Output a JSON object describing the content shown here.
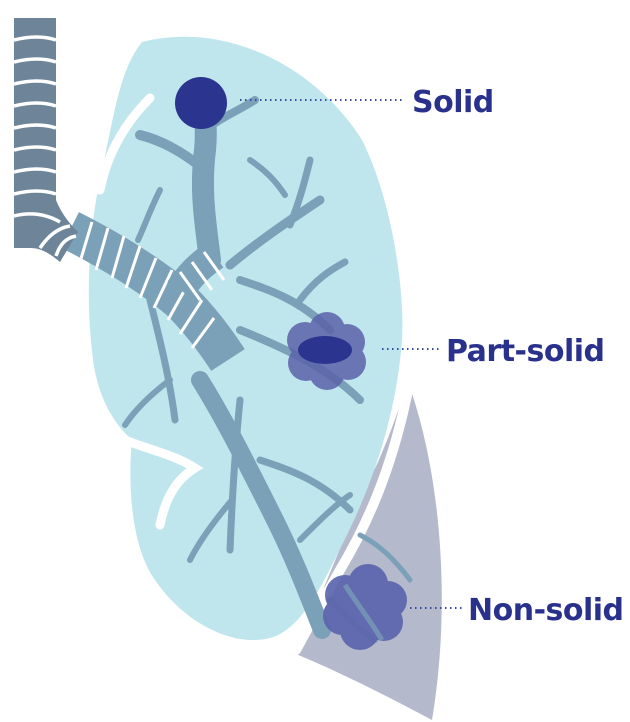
{
  "labels": {
    "solid": "Solid",
    "part_solid": "Part-solid",
    "non_solid": "Non-solid"
  },
  "colors": {
    "lung_fill": "#bfe6ec",
    "lower_lobe_fill": "#b4b9cc",
    "airway": "#7ba1b8",
    "trachea": "#6e8599",
    "solid_nodule": "#2b3590",
    "part_solid_outer": "#5b63aa",
    "part_solid_core": "#2b3590",
    "non_solid_nodule": "#5c65ad",
    "label_text": "#29318c",
    "leader_line": "#3a4a9c"
  }
}
